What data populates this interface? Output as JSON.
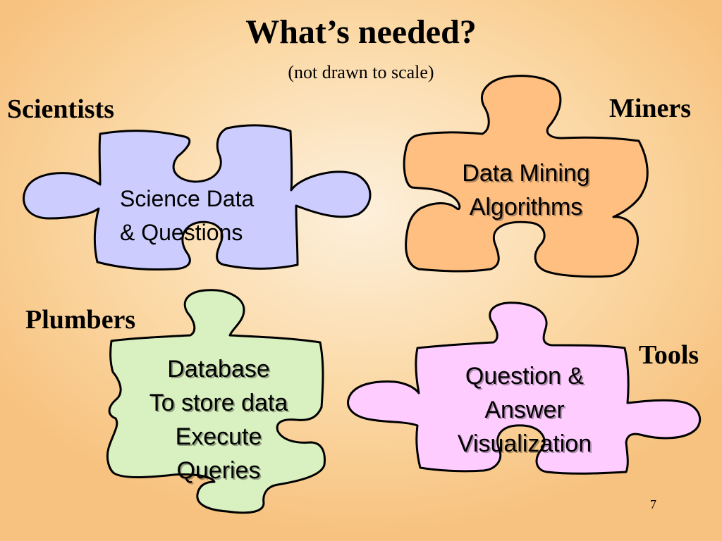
{
  "slide": {
    "title": "What’s needed?",
    "subtitle": "(not drawn to scale)",
    "page_number": "7"
  },
  "roles": {
    "scientists": "Scientists",
    "miners": "Miners",
    "plumbers": "Plumbers",
    "tools": "Tools"
  },
  "pieces": {
    "science": {
      "lines": [
        "Science Data",
        "& Questions"
      ],
      "color": "#ccccff"
    },
    "mining": {
      "lines": [
        "Data Mining",
        "Algorithms"
      ],
      "color": "#ffbf80"
    },
    "database": {
      "lines": [
        "Database",
        "To store data",
        "Execute",
        "Queries"
      ],
      "color": "#d9f0c0"
    },
    "qa": {
      "lines": [
        "Question &",
        "Answer",
        "Visualization"
      ],
      "color": "#ffccff"
    }
  }
}
